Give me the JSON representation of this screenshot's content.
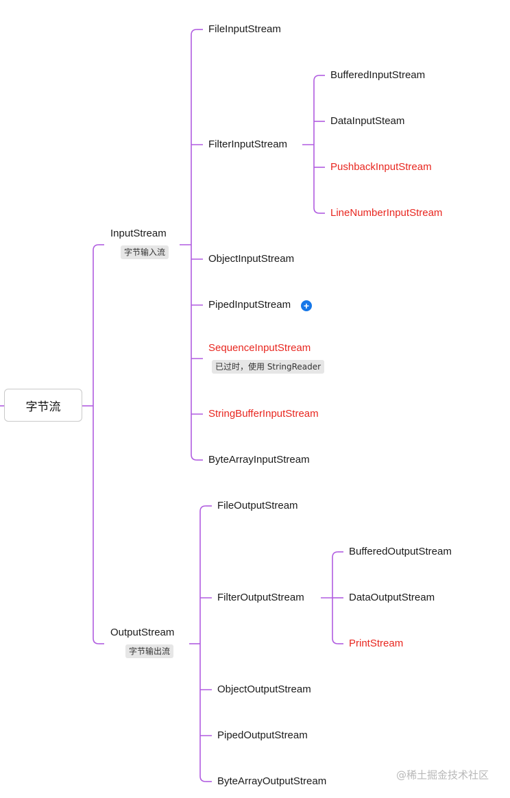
{
  "root": {
    "label": "字节流"
  },
  "input": {
    "label": "InputStream",
    "tag": "字节输入流",
    "children": {
      "file": "FileInputStream",
      "filter": "FilterInputStream",
      "object": "ObjectInputStream",
      "piped": "PipedInputStream",
      "sequence": "SequenceInputStream",
      "sequence_note": "已过时，使用 StringReader",
      "stringbuffer": "StringBufferInputStream",
      "bytearray": "ByteArrayInputStream"
    },
    "filter_children": {
      "buffered": "BufferedInputStream",
      "data": "DataInputSteam",
      "pushback": "PushbackInputStream",
      "linenumber": "LineNumberInputStream"
    }
  },
  "output": {
    "label": "OutputStream",
    "tag": "字节输出流",
    "children": {
      "file": "FileOutputStream",
      "filter": "FilterOutputStream",
      "object": "ObjectOutputStream",
      "piped": "PipedOutputStream",
      "bytearray": "ByteArrayOutputStream"
    },
    "filter_children": {
      "buffered": "BufferedOutputStream",
      "data": "DataOutputStream",
      "print": "PrintStream"
    }
  },
  "colors": {
    "line": "#b05ce0",
    "deprecated": "#e8261f",
    "plus": "#1677e8"
  },
  "icons": {
    "expand": "plus-circle-icon"
  },
  "watermark": "@稀土掘金技术社区"
}
